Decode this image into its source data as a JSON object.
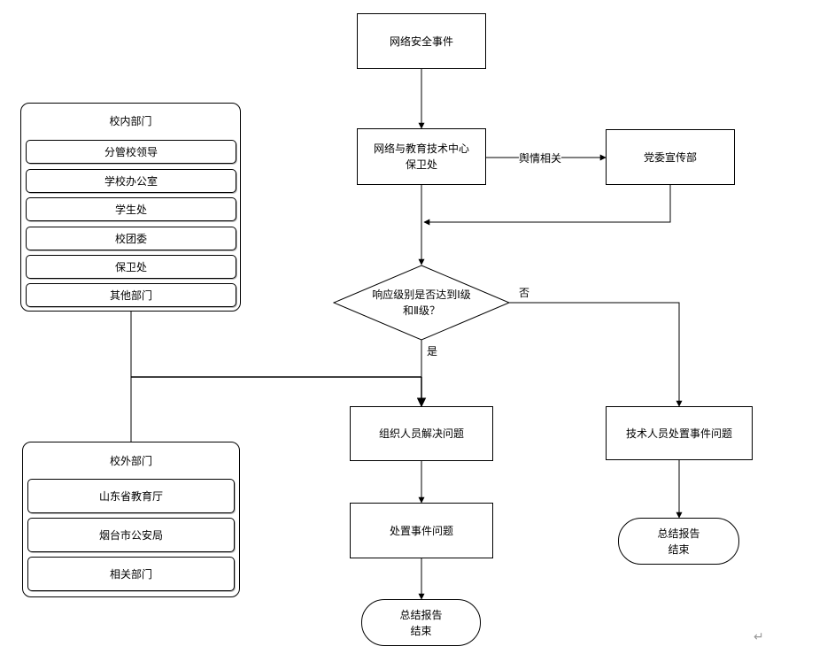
{
  "nodes": {
    "event": "网络安全事件",
    "center": "网络与教育技术中心\n保卫处",
    "propaganda": "党委宣传部",
    "decision": "响应级别是否达到Ⅰ级\n和Ⅱ级？",
    "organize": "组织人员解决问题",
    "dispose": "处置事件问题",
    "end_left": "总结报告\n结束",
    "tech": "技术人员处置事件问题",
    "end_right": "总结报告\n结束"
  },
  "edge_labels": {
    "opinion": "舆情相关",
    "no": "否",
    "yes": "是"
  },
  "inner_panel": {
    "title": "校内部门",
    "items": [
      "分管校领导",
      "学校办公室",
      "学生处",
      "校团委",
      "保卫处",
      "其他部门"
    ]
  },
  "outer_panel": {
    "title": "校外部门",
    "items": [
      "山东省教育厅",
      "烟台市公安局",
      "相关部门"
    ]
  },
  "return_mark": "↵"
}
